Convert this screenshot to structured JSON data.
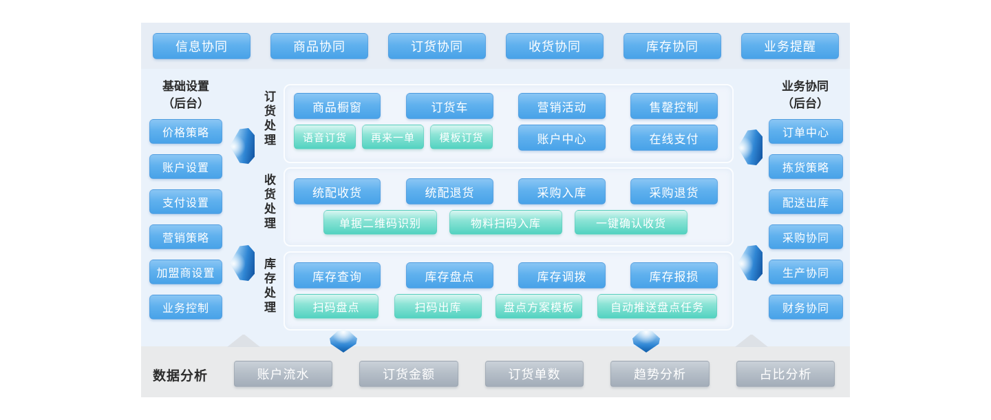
{
  "top_nav": {
    "items": [
      "信息协同",
      "商品协同",
      "订货协同",
      "收货协同",
      "库存协同",
      "业务提醒"
    ]
  },
  "left_panel": {
    "title": "基础设置",
    "subtitle": "（后台）",
    "items": [
      "价格策略",
      "账户设置",
      "支付设置",
      "营销策略",
      "加盟商设置",
      "业务控制"
    ]
  },
  "right_panel": {
    "title": "业务协同",
    "subtitle": "（后台）",
    "items": [
      "订单中心",
      "拣货策略",
      "配送出库",
      "采购协同",
      "生产协同",
      "财务协同"
    ]
  },
  "sections": [
    {
      "label": "订货处理",
      "primary": [
        "商品橱窗",
        "订货车",
        "营销活动",
        "售罄控制"
      ],
      "secondary": [
        "语音订货",
        "再来一单",
        "模板订货"
      ],
      "extra_primary": [
        "账户中心",
        "在线支付"
      ]
    },
    {
      "label": "收货处理",
      "primary": [
        "统配收货",
        "统配退货",
        "采购入库",
        "采购退货"
      ],
      "secondary": [
        "单据二维码识别",
        "物料扫码入库",
        "一键确认收货"
      ]
    },
    {
      "label": "库存处理",
      "primary": [
        "库存查询",
        "库存盘点",
        "库存调拨",
        "库存报损"
      ],
      "secondary": [
        "扫码盘点",
        "扫码出库",
        "盘点方案模板",
        "自动推送盘点任务"
      ]
    }
  ],
  "bottom_panel": {
    "title": "数据分析",
    "items": [
      "账户流水",
      "订货金额",
      "订货单数",
      "趋势分析",
      "占比分析"
    ]
  },
  "colors": {
    "primary_button": "#48a2e8",
    "secondary_button": "#52d2c0",
    "analytics_button": "#a3adb9",
    "top_strip_bg": "#e7edf5",
    "main_panel_bg": "#eaf2fb",
    "bottom_strip_bg": "#e9eaeb"
  }
}
